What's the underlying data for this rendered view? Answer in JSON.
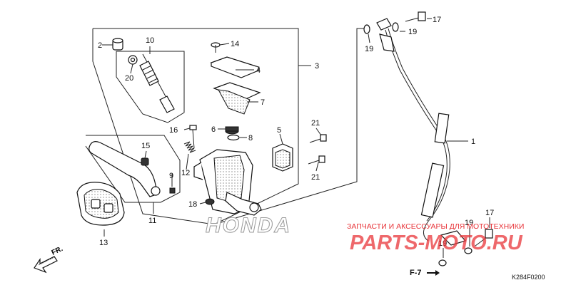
{
  "diagram": {
    "callouts": {
      "c1": "1",
      "c2": "2",
      "c3": "3",
      "c4": "4",
      "c5": "5",
      "c6": "6",
      "c7": "7",
      "c8": "8",
      "c9": "9",
      "c10": "10",
      "c11": "11",
      "c12": "12",
      "c13": "13",
      "c14": "14",
      "c15": "15",
      "c16": "16",
      "c17a": "17",
      "c17b": "17",
      "c18": "18",
      "c19a": "19",
      "c19b": "19",
      "c19c": "19",
      "c19d": "19",
      "c20": "20",
      "c21a": "21",
      "c21b": "21"
    },
    "fr_label": "FR.",
    "f7_label": "F-7",
    "drawing_code": "K284F0200",
    "brand_logo": "HONDA",
    "watermark": {
      "caption": "ЗАПЧАСТИ И АКСЕССУАРЫ ДЛЯ МОТОТЕХНИКИ",
      "logo": "PARTS-MOTO.RU",
      "color": "#e8353a"
    }
  }
}
